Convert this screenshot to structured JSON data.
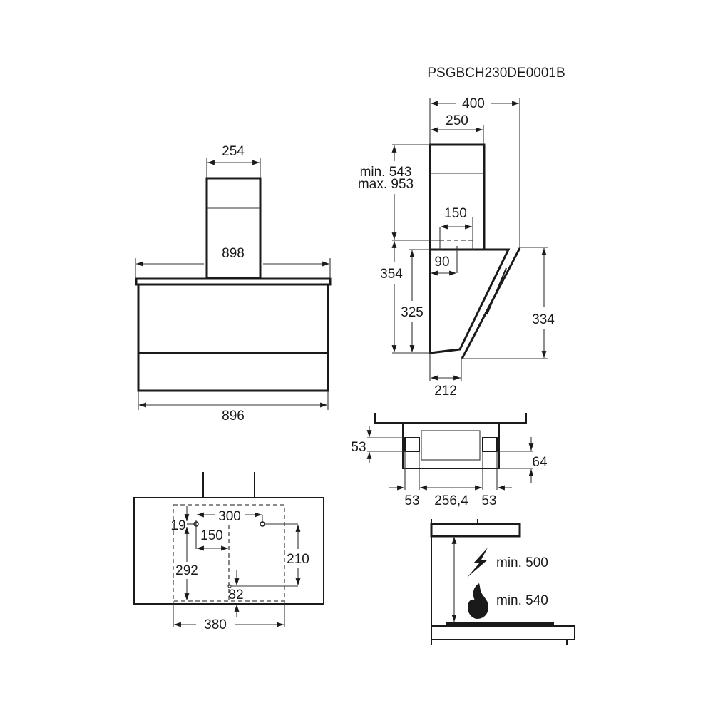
{
  "model_code": "PSGBCH230DE0001B",
  "front_view": {
    "chimney_width": "254",
    "canopy_width": "898",
    "body_width": "896"
  },
  "side_view": {
    "total_depth": "400",
    "chimney_depth": "250",
    "chimney_height_min": "min. 543",
    "chimney_height_max": "max. 953",
    "outlet_diameter": "150",
    "outlet_offset": "90",
    "total_height": "354",
    "body_height": "325",
    "glass_height": "334",
    "bottom_depth": "212"
  },
  "bottom_view": {
    "side_gap_vertical": "53",
    "filter_height": "64",
    "left_gap": "53",
    "filter_width": "256,4",
    "right_gap": "53"
  },
  "mounting_view": {
    "top_offset": "19",
    "hole_spacing": "300",
    "center_offset": "150",
    "vertical_distance": "292",
    "lower_hole_distance": "210",
    "bottom_offset": "82",
    "bracket_width": "380"
  },
  "clearance": {
    "electric_min": "min. 500",
    "gas_min": "min. 540",
    "electric_icon": "lightning-icon",
    "gas_icon": "flame-icon"
  }
}
